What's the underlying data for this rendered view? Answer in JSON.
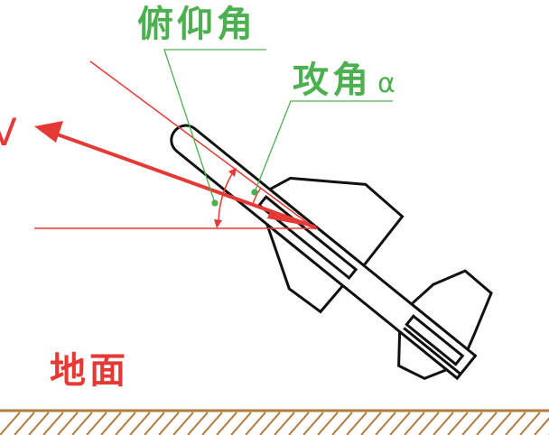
{
  "labels": {
    "pitch_angle": "俯仰角",
    "angle_of_attack": "攻角",
    "alpha": "α",
    "velocity": "V",
    "ground": "地面"
  },
  "colors": {
    "annotation_green": "#4caf50",
    "vector_red": "#e53935",
    "missile_outline": "#111111",
    "ground_brown": "#b07a3a"
  }
}
